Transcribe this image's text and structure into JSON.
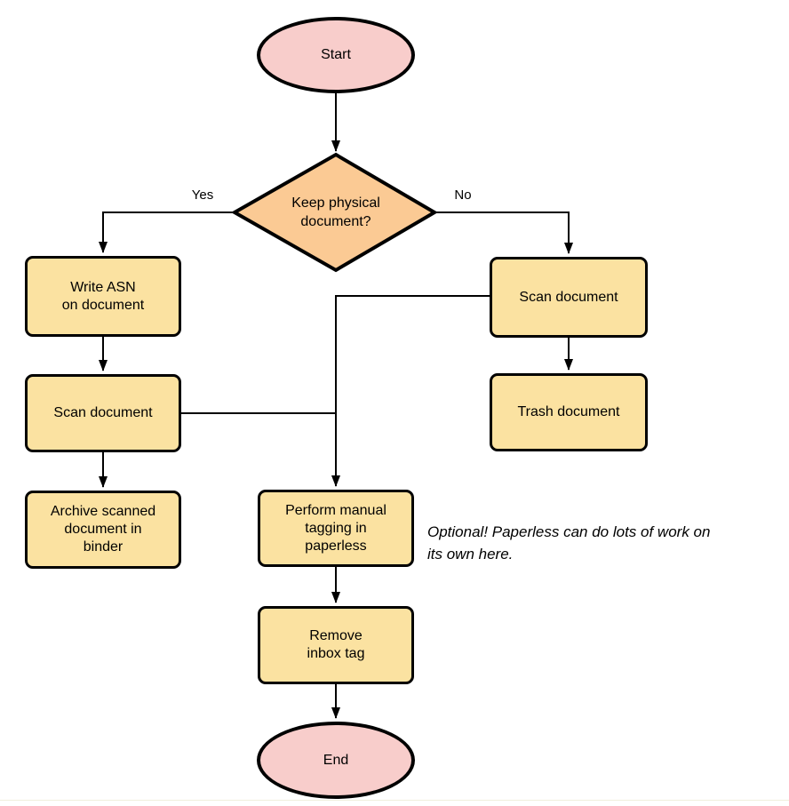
{
  "palette": {
    "terminator_fill": "#f8cdcb",
    "decision_fill": "#fbca94",
    "process_fill": "#fbe2a1",
    "stroke": "#000000",
    "background": "#ffffff"
  },
  "nodes": {
    "start": {
      "label": "Start",
      "type": "terminator"
    },
    "decision": {
      "label": "Keep physical\ndocument?",
      "type": "decision"
    },
    "write_asn": {
      "label": "Write ASN\non document",
      "type": "process"
    },
    "scan_left": {
      "label": "Scan document",
      "type": "process"
    },
    "archive": {
      "label": "Archive scanned\ndocument in\nbinder",
      "type": "process"
    },
    "scan_right": {
      "label": "Scan document",
      "type": "process"
    },
    "trash": {
      "label": "Trash document",
      "type": "process"
    },
    "tagging": {
      "label": "Perform manual\ntagging in\npaperless",
      "type": "process"
    },
    "remove_inbox": {
      "label": "Remove\ninbox tag",
      "type": "process"
    },
    "end": {
      "label": "End",
      "type": "terminator"
    }
  },
  "edge_labels": {
    "yes": "Yes",
    "no": "No"
  },
  "note": "Optional! Paperless can do lots of work on\nits own here.",
  "edges": [
    {
      "from": "start",
      "to": "decision"
    },
    {
      "from": "decision",
      "to": "write_asn",
      "label": "Yes"
    },
    {
      "from": "decision",
      "to": "scan_right",
      "label": "No"
    },
    {
      "from": "write_asn",
      "to": "scan_left"
    },
    {
      "from": "scan_left",
      "to": "archive"
    },
    {
      "from": "scan_right",
      "to": "trash"
    },
    {
      "from": "scan_right",
      "to": "tagging"
    },
    {
      "from": "scan_left",
      "to": "tagging"
    },
    {
      "from": "tagging",
      "to": "remove_inbox"
    },
    {
      "from": "remove_inbox",
      "to": "end"
    }
  ]
}
